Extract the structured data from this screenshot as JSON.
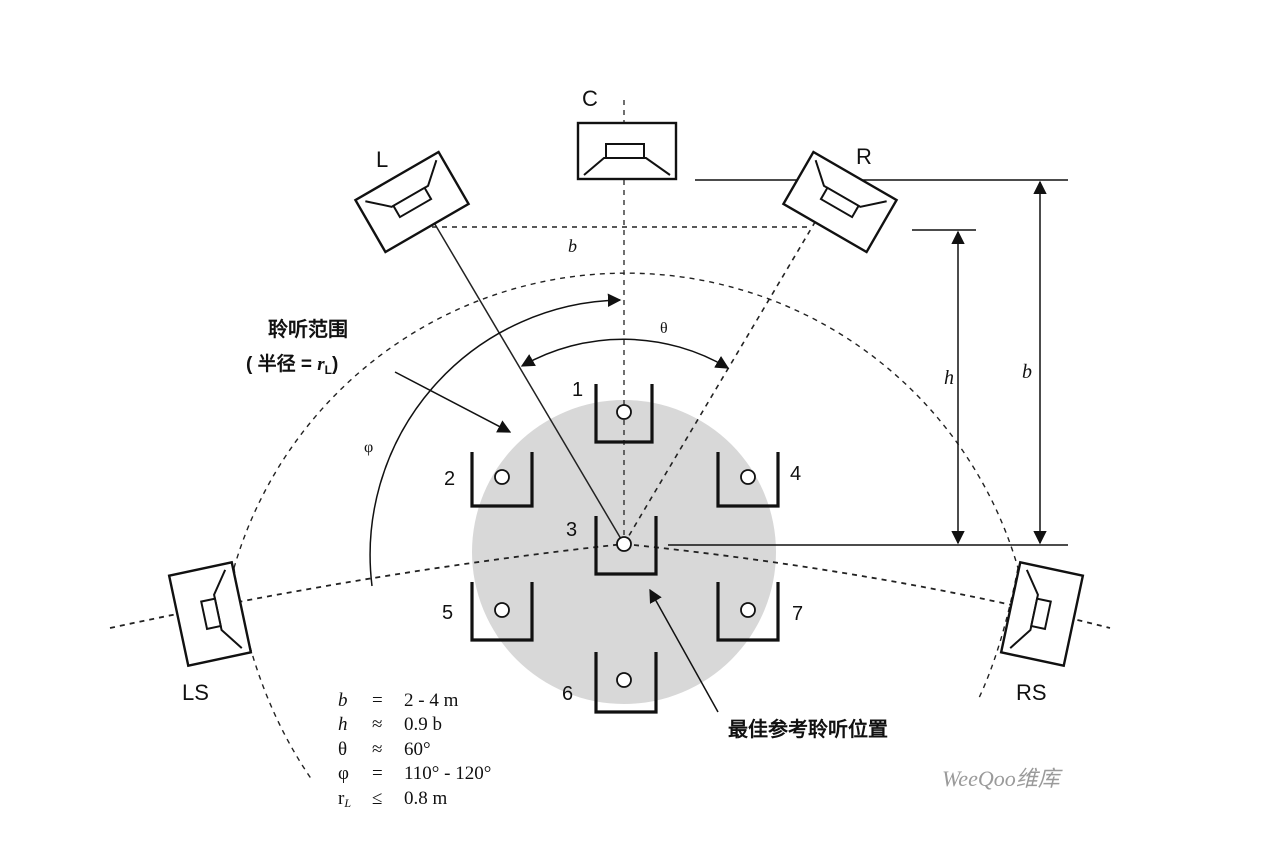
{
  "speakers": {
    "center": "C",
    "left": "L",
    "right": "R",
    "left_surround": "LS",
    "right_surround": "RS"
  },
  "labels": {
    "b_top": "b",
    "h_side": "h",
    "b_side": "b",
    "theta": "θ",
    "phi": "φ",
    "listening_area_line1": "聆听范围",
    "listening_area_line2_prefix": "( 半径 = ",
    "listening_area_r": "r",
    "listening_area_r_sub": "L",
    "listening_area_line2_suffix": ")",
    "best_position": "最佳参考聆听位置"
  },
  "seats": [
    "1",
    "2",
    "3",
    "4",
    "5",
    "6",
    "7"
  ],
  "formulas": [
    {
      "sym": "b",
      "sub": "",
      "op": "=",
      "val": "2 - 4 m"
    },
    {
      "sym": "h",
      "sub": "",
      "op": "≈",
      "val": "0.9 b"
    },
    {
      "sym": "θ",
      "sub": "",
      "op": "≈",
      "val": "60°"
    },
    {
      "sym": "φ",
      "sub": "",
      "op": "=",
      "val": "110° - 120°"
    },
    {
      "sym": "r",
      "sub": "L",
      "op": "≤",
      "val": "0.8 m"
    }
  ],
  "watermark": "WeeQoo维库"
}
